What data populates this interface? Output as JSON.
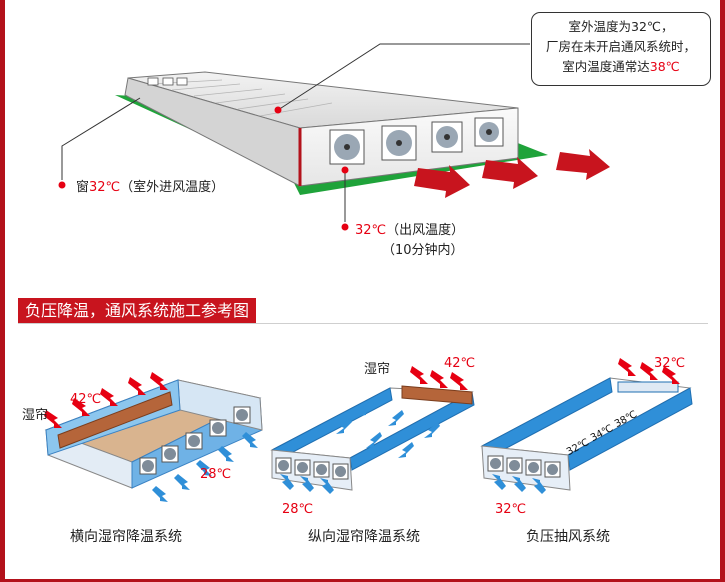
{
  "callout": {
    "line1": "室外温度为32℃，",
    "line2": "厂房在未开启通风系统时，",
    "line3_prefix": "室内温度通常达",
    "line3_value": "38℃"
  },
  "window_label": {
    "prefix": "窗",
    "value": "32℃",
    "suffix": "（室外进风温度）"
  },
  "outlet_label": {
    "value": "32℃",
    "suffix": "（出风温度）",
    "line2": "（10分钟内）"
  },
  "section_title": "负压降温，通风系统施工参考图",
  "systems": [
    {
      "caption": "横向湿帘降温系统",
      "curtain": "湿帘",
      "in_temp": "42℃",
      "out_temp": "28℃"
    },
    {
      "caption": "纵向湿帘降温系统",
      "curtain": "湿帘",
      "in_temp": "42℃",
      "out_temp": "28℃"
    },
    {
      "caption": "负压抽风系统",
      "in_temp": "32℃",
      "out_temp": "32℃",
      "gradient": [
        "32℃",
        "34℃",
        "38℃"
      ]
    }
  ],
  "colors": {
    "frame": "#b3121b",
    "accent_red": "#e60012",
    "grass": "#1fa33a",
    "arrow": "#c8141e",
    "blue_arrow": "#2f8fd8"
  },
  "icons": [
    "fan-icon",
    "red-arrow-icon",
    "blue-arrow-icon",
    "pin-dot-icon"
  ]
}
